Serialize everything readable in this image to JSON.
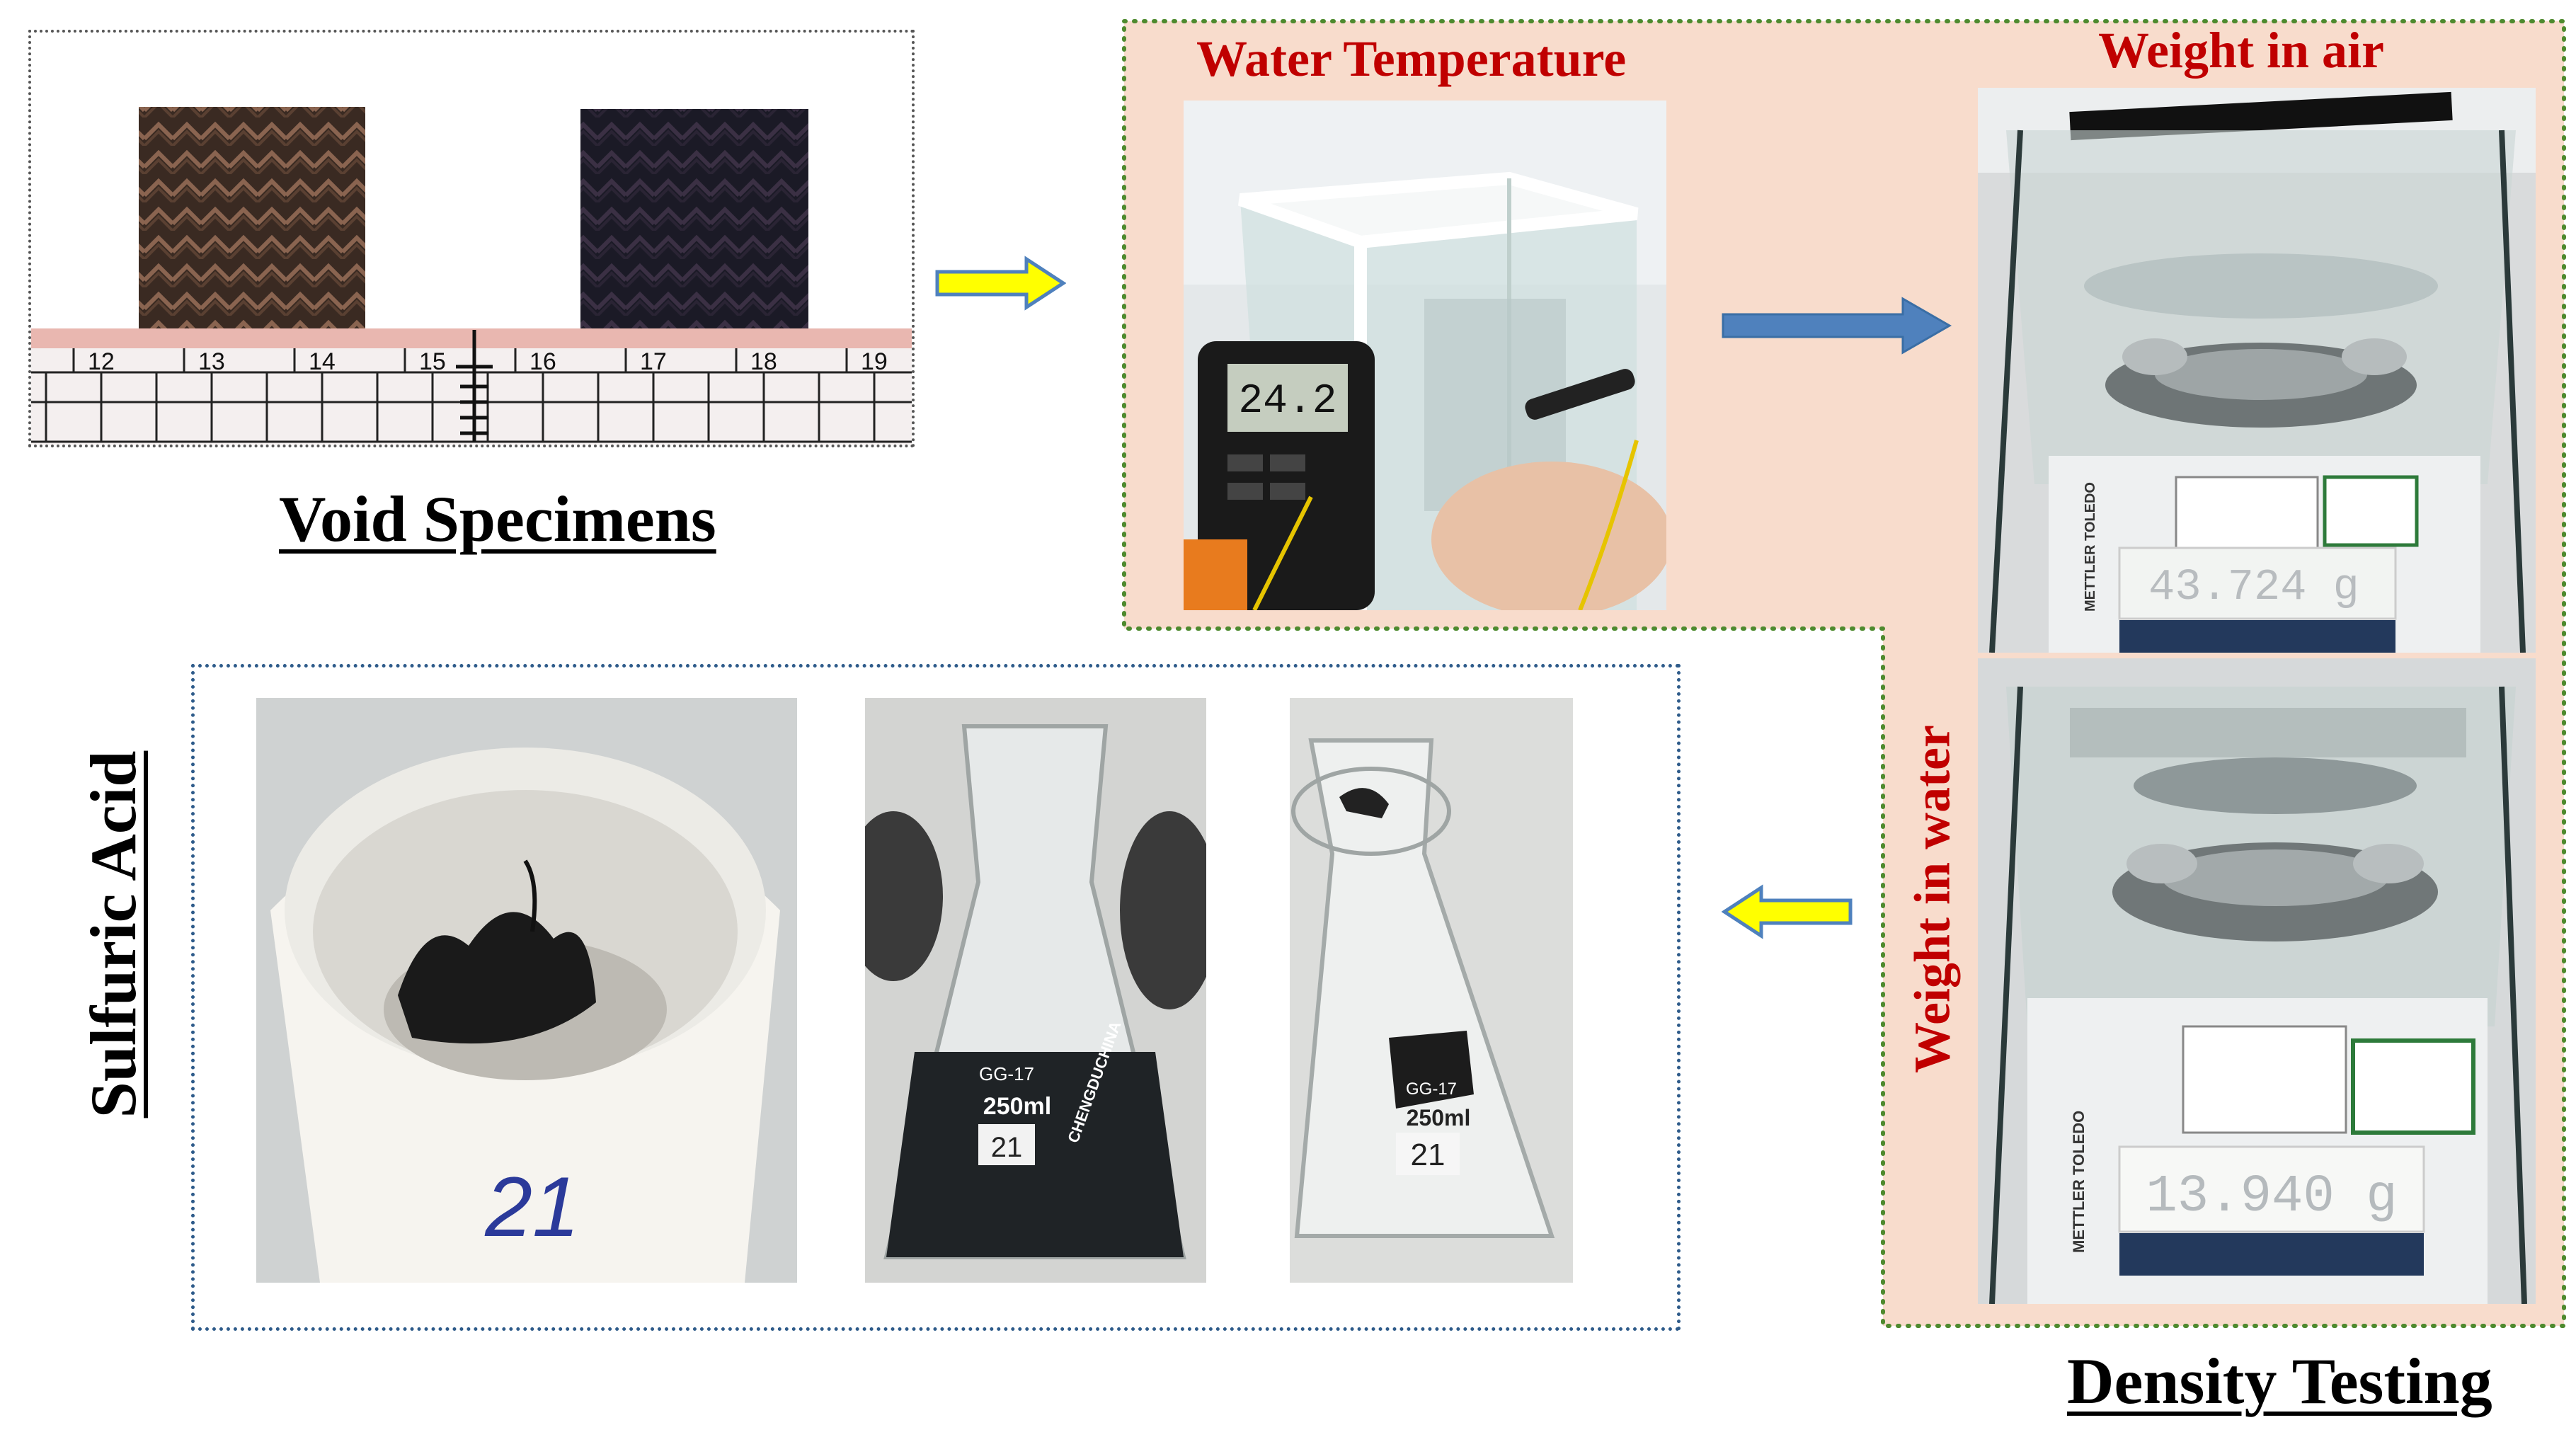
{
  "sections": {
    "void_title": "Void Specimens",
    "density_title": "Density Testing",
    "acid_title": "Sulfuric Acid"
  },
  "labels": {
    "water_temperature": "Water Temperature",
    "weight_air": "Weight in air",
    "weight_water": "Weight in water"
  },
  "ruler": {
    "ticks": [
      "12",
      "13",
      "14",
      "15",
      "16",
      "17",
      "18",
      "19"
    ]
  },
  "photo_text": {
    "thermometer": "24.2",
    "scale_air": "43.724",
    "scale_water": "13.940",
    "unit": "g",
    "brand": "METTLER TOLEDO",
    "flask_glass": "GG-17",
    "flask_volume": "250ml",
    "flask_brand": "CHENGDUCHINA",
    "sample_id": "21"
  },
  "colors": {
    "arrow_yellow": "#ffff00",
    "arrow_blue": "#4f81bd",
    "density_fill": "#f8dccc",
    "density_border": "#4e8a2e",
    "acid_border": "#2e5b8a",
    "label_red": "#c00000"
  }
}
